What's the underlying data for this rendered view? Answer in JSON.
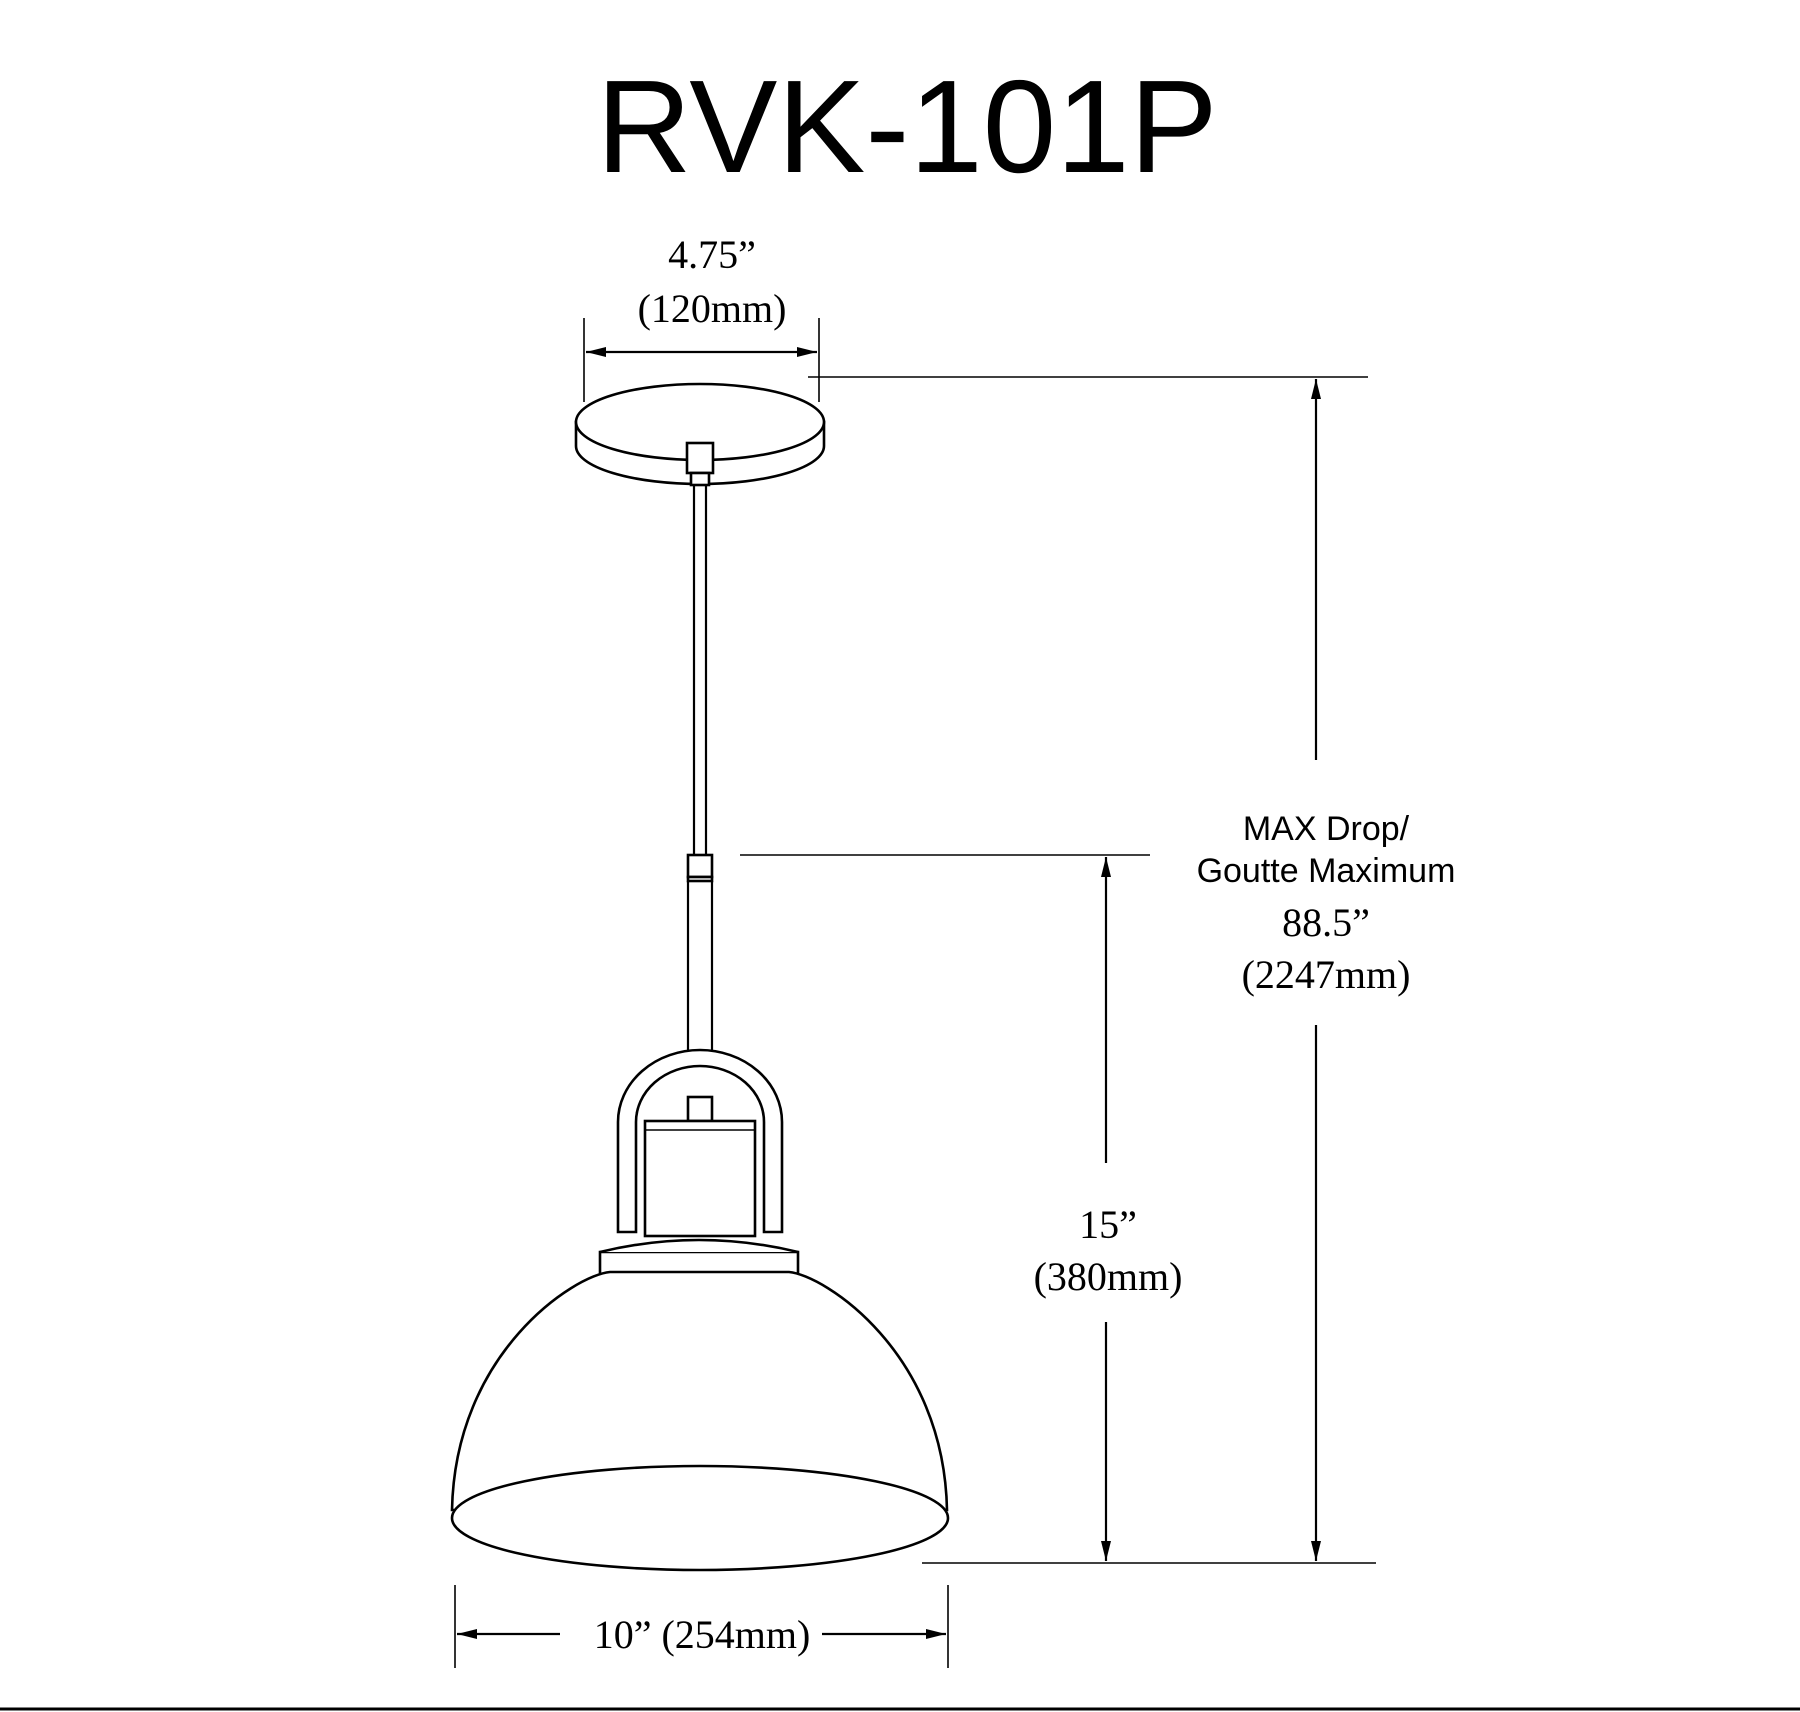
{
  "title": "RVK-101P",
  "canopy_width": {
    "imperial": "4.75”",
    "metric": "(120mm)"
  },
  "max_drop": {
    "label_line1": "MAX Drop/",
    "label_line2": "Goutte Maximum",
    "imperial": "88.5”",
    "metric": "(2247mm)"
  },
  "fixture_height": {
    "imperial": "15”",
    "metric": "(380mm)"
  },
  "shade_width": {
    "text": "10” (254mm)"
  },
  "colors": {
    "line": "#000000",
    "background": "#ffffff"
  }
}
